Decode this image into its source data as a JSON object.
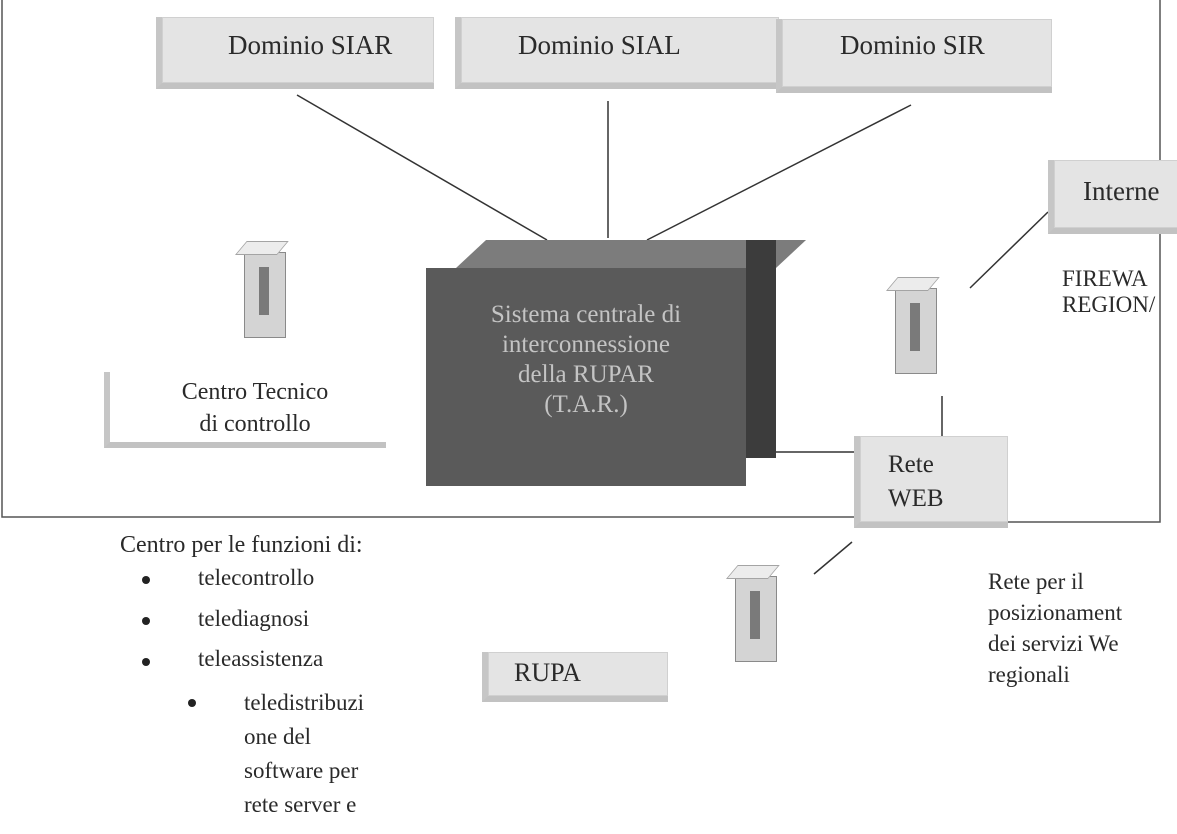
{
  "domains": {
    "siar": "Dominio SIAR",
    "sial": "Dominio SIAL",
    "sir": "Dominio SIR"
  },
  "internet": "Interne",
  "firewall": [
    "FIREWA",
    "REGION/"
  ],
  "central": [
    "Sistema centrale di",
    "interconnessione",
    "della RUPAR",
    "(T.A.R.)"
  ],
  "centro_tecnico": [
    "Centro Tecnico",
    "di controllo"
  ],
  "rete_web": [
    "Rete",
    "WEB"
  ],
  "rupa": "RUPA",
  "funzioni": {
    "heading": "Centro per le funzioni di:",
    "items": [
      "telecontrollo",
      "telediagnosi",
      "teleassistenza"
    ],
    "sub_item": [
      "teledistribuzi",
      "one del",
      "software per",
      "rete server e"
    ]
  },
  "rete_posizionamento": [
    "Rete per il",
    "posizionament",
    "dei servizi We",
    "regionali"
  ]
}
